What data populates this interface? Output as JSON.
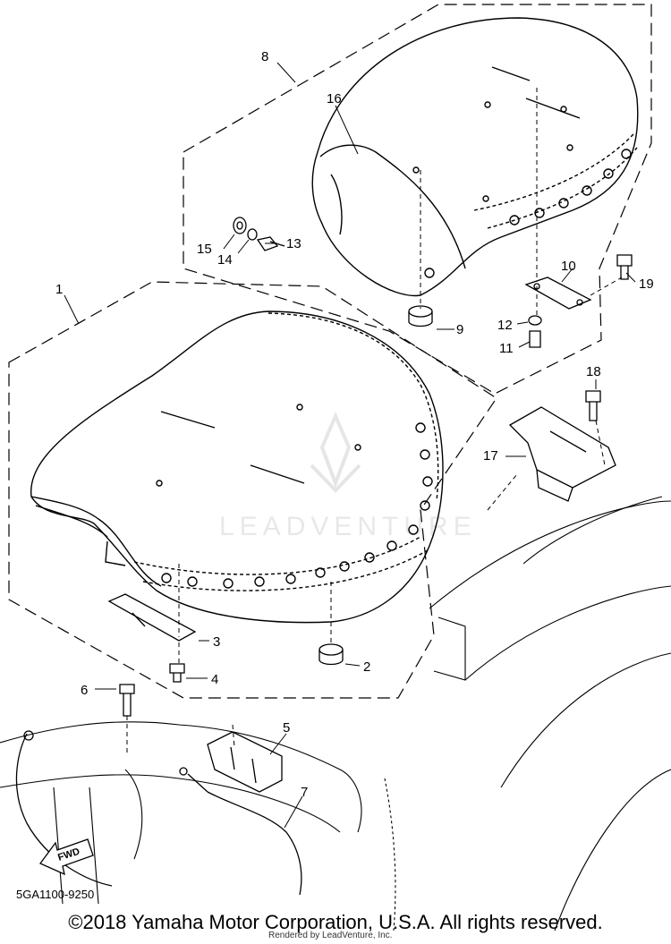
{
  "diagram": {
    "watermark_text": "LEADVENTURE",
    "fwd_label": "FWD",
    "diagram_code": "5GA1100-9250",
    "parts": [
      {
        "id": "1"
      },
      {
        "id": "2"
      },
      {
        "id": "3"
      },
      {
        "id": "4"
      },
      {
        "id": "5"
      },
      {
        "id": "6"
      },
      {
        "id": "7"
      },
      {
        "id": "8"
      },
      {
        "id": "9"
      },
      {
        "id": "10"
      },
      {
        "id": "11"
      },
      {
        "id": "12"
      },
      {
        "id": "13"
      },
      {
        "id": "14"
      },
      {
        "id": "15"
      },
      {
        "id": "16"
      },
      {
        "id": "17"
      },
      {
        "id": "18"
      },
      {
        "id": "19"
      }
    ]
  },
  "footer": {
    "copyright": "©2018 Yamaha Motor Corporation, U.S.A. All rights reserved.",
    "rendered_by": "Rendered by LeadVenture, Inc."
  }
}
